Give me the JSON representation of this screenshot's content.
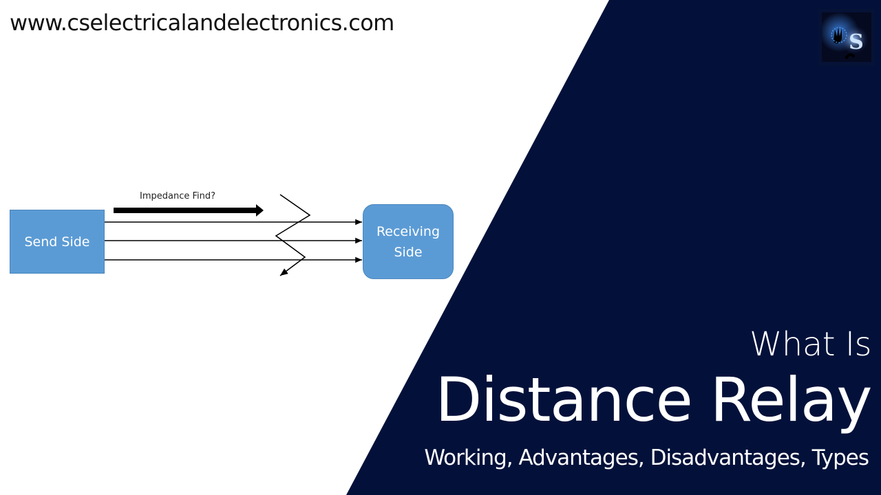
{
  "header": {
    "site_url": "www.cselectricalandelectronics.com"
  },
  "logo": {
    "icon": "cs-logo-icon",
    "letter": "S"
  },
  "diagram": {
    "arrow_label": "Impedance Find?",
    "send_node": "Send Side",
    "receive_node_line1": "Receiving",
    "receive_node_line2": "Side",
    "line_count": 3
  },
  "title": {
    "prefix": "What Is",
    "main": "Distance Relay",
    "subtitle": "Working, Advantages, Disadvantages, Types"
  },
  "colors": {
    "panel": "#03113a",
    "node_fill": "#5b9bd5",
    "text_light": "#ffffff",
    "text_dark": "#111111"
  }
}
